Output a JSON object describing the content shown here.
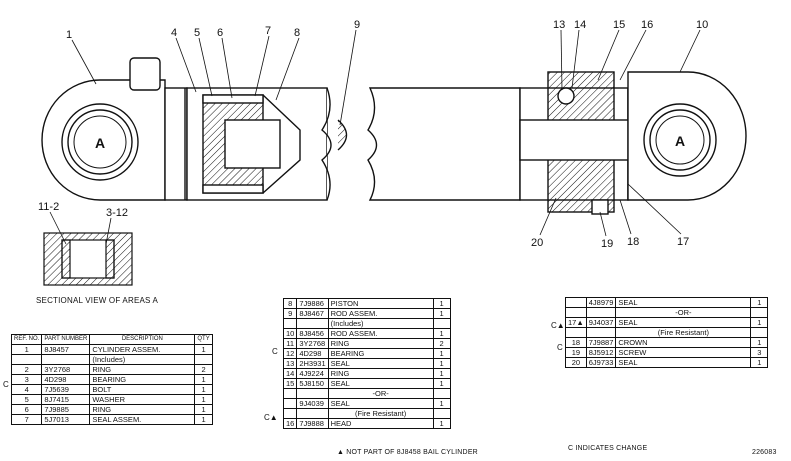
{
  "callouts": {
    "c1": "1",
    "c4": "4",
    "c5": "5",
    "c6": "6",
    "c7": "7",
    "c8": "8",
    "c9": "9",
    "c13": "13",
    "c14": "14",
    "c15": "15",
    "c16": "16",
    "c10": "10",
    "c20": "20",
    "c19": "19",
    "c18": "18",
    "c17": "17",
    "c11_2": "11-2",
    "c3_12": "3-12",
    "areaA_left": "A",
    "areaA_right": "A"
  },
  "sectional_caption": "SECTIONAL VIEW OF AREAS A",
  "table1": {
    "headers": {
      "ref": "REF. NO.",
      "part": "PART NUMBER",
      "desc": "DESCRIPTION",
      "qty": "QTY"
    },
    "rows": [
      {
        "ref": "1",
        "part": "8J8457",
        "desc": "CYLINDER ASSEM.",
        "qty": "1"
      },
      {
        "ref": "",
        "part": "",
        "desc": "(Includes)",
        "qty": ""
      },
      {
        "ref": "2",
        "part": "3Y2768",
        "desc": "RING",
        "qty": "2"
      },
      {
        "ref": "3",
        "part": "4D298",
        "desc": "BEARING",
        "qty": "1"
      },
      {
        "ref": "4",
        "part": "7J5639",
        "desc": "BOLT",
        "qty": "1"
      },
      {
        "ref": "5",
        "part": "8J7415",
        "desc": "WASHER",
        "qty": "1"
      },
      {
        "ref": "6",
        "part": "7J9885",
        "desc": "RING",
        "qty": "1"
      },
      {
        "ref": "7",
        "part": "5J7013",
        "desc": "SEAL ASSEM.",
        "qty": "1"
      }
    ],
    "flag": "C"
  },
  "table2": {
    "rows": [
      {
        "ref": "8",
        "part": "7J9886",
        "desc": "PISTON",
        "qty": "1"
      },
      {
        "ref": "9",
        "part": "8J8467",
        "desc": "ROD ASSEM.",
        "qty": "1"
      },
      {
        "ref": "",
        "part": "",
        "desc": "(Includes)",
        "qty": ""
      },
      {
        "ref": "10",
        "part": "8J8456",
        "desc": "ROD ASSEM.",
        "qty": "1"
      },
      {
        "ref": "11",
        "part": "3Y2768",
        "desc": "RING",
        "qty": "2"
      },
      {
        "ref": "12",
        "part": "4D298",
        "desc": "BEARING",
        "qty": "1"
      },
      {
        "ref": "13",
        "part": "2H3931",
        "desc": "SEAL",
        "qty": "1"
      },
      {
        "ref": "14",
        "part": "4J9224",
        "desc": "RING",
        "qty": "1"
      },
      {
        "ref": "15",
        "part": "5J8150",
        "desc": "SEAL",
        "qty": "1"
      },
      {
        "ref": "",
        "part": "",
        "desc": "-OR-",
        "qty": ""
      },
      {
        "ref": "",
        "part": "9J4039",
        "desc": "SEAL",
        "qty": "1"
      },
      {
        "ref": "",
        "part": "",
        "desc": "(Fire Resistant)",
        "qty": ""
      },
      {
        "ref": "16",
        "part": "7J9888",
        "desc": "HEAD",
        "qty": "1"
      }
    ],
    "flag_c": "C",
    "flag_ca": "C▲",
    "footnote": "▲ NOT PART OF 8J8458 BAIL CYLINDER"
  },
  "table3": {
    "rows": [
      {
        "ref": "",
        "part": "4J8979",
        "desc": "SEAL",
        "qty": "1"
      },
      {
        "ref": "",
        "part": "",
        "desc": "-OR-",
        "qty": ""
      },
      {
        "ref": "17▲",
        "part": "9J4037",
        "desc": "SEAL",
        "qty": "1"
      },
      {
        "ref": "",
        "part": "",
        "desc": "(Fire Resistant)",
        "qty": ""
      },
      {
        "ref": "18",
        "part": "7J9887",
        "desc": "CROWN",
        "qty": "1"
      },
      {
        "ref": "19",
        "part": "8J5912",
        "desc": "SCREW",
        "qty": "3"
      },
      {
        "ref": "20",
        "part": "6J9733",
        "desc": "SEAL",
        "qty": "1"
      }
    ],
    "flag_ca": "C▲",
    "flag_c": "C",
    "footnote": "C INDICATES CHANGE",
    "drawing_no": "226083"
  }
}
